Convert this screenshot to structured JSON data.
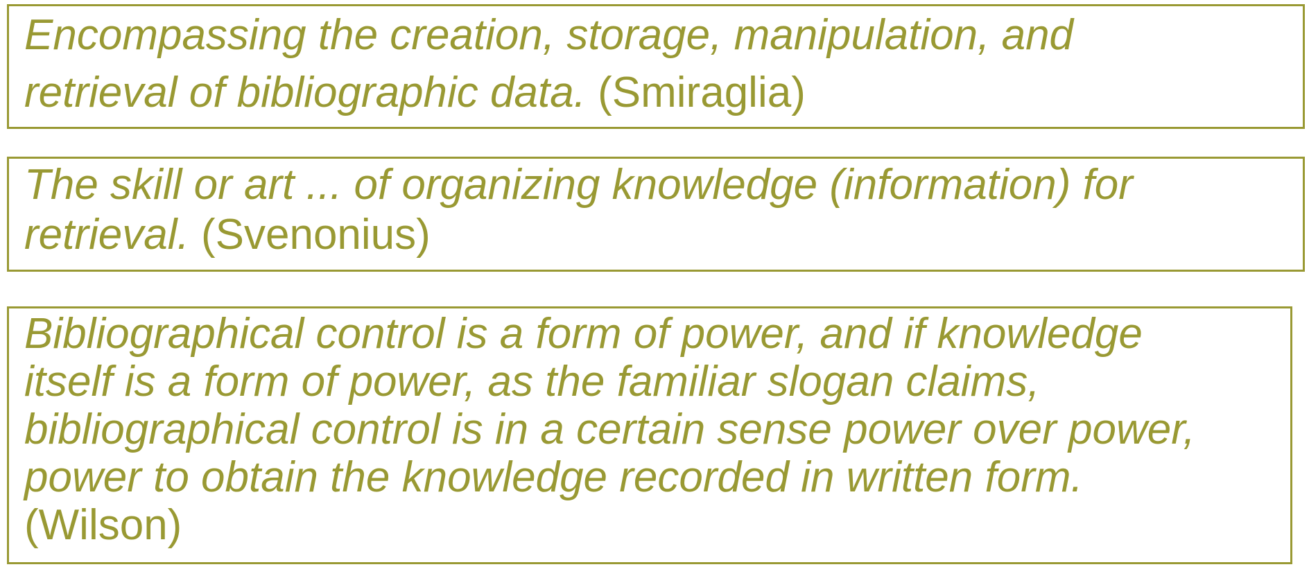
{
  "quotes": [
    {
      "lines": [
        "Encompassing the creation, storage, manipulation, and",
        "retrieval of bibliographic data."
      ],
      "source": "(Smiraglia)"
    },
    {
      "lines": [
        "The skill or art ... of organizing knowledge (information) for",
        "retrieval."
      ],
      "source": "(Svenonius)"
    },
    {
      "lines": [
        "Bibliographical control is a form of power, and if knowledge",
        "itself is a form of power, as the familiar slogan claims,",
        "bibliographical control is in a certain sense power over power,",
        "power to obtain the knowledge recorded in written form."
      ],
      "source": "(Wilson)"
    }
  ],
  "colors": {
    "text": "#999933",
    "border": "#999933",
    "background": "#ffffff"
  }
}
